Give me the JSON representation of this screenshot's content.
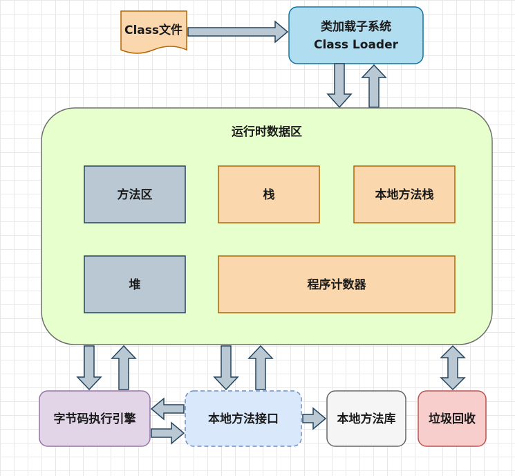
{
  "class_file": {
    "label": "Class文件"
  },
  "class_loader": {
    "line1": "类加载子系统",
    "line2": "Class Loader"
  },
  "runtime_area": {
    "title": "运行时数据区",
    "method_area": "方法区",
    "stack": "栈",
    "native_method_stack": "本地方法栈",
    "heap": "堆",
    "program_counter": "程序计数器"
  },
  "execution_engine": {
    "label": "字节码执行引擎"
  },
  "native_interface": {
    "label": "本地方法接口"
  },
  "native_library": {
    "label": "本地方法库"
  },
  "garbage_collection": {
    "label": "垃圾回收"
  },
  "colors": {
    "runtime_fill": "#e6ffcc",
    "runtime_stroke": "#6f6f6f",
    "gray_fill": "#bac8d3",
    "gray_stroke": "#23445d",
    "orange_fill": "#fad7ac",
    "orange_stroke": "#b46504",
    "loader_fill": "#b1ddf0",
    "loader_stroke": "#10739e",
    "purple_fill": "#e1d5e7",
    "purple_stroke": "#9673a6",
    "blue_fill": "#dae8fc",
    "blue_stroke": "#6c8ebf",
    "light_gray_fill": "#f5f5f5",
    "light_gray_stroke": "#666666",
    "red_fill": "#f8cecc",
    "red_stroke": "#b85450",
    "arrow_fill": "#bac8d3",
    "arrow_stroke": "#23445d"
  }
}
